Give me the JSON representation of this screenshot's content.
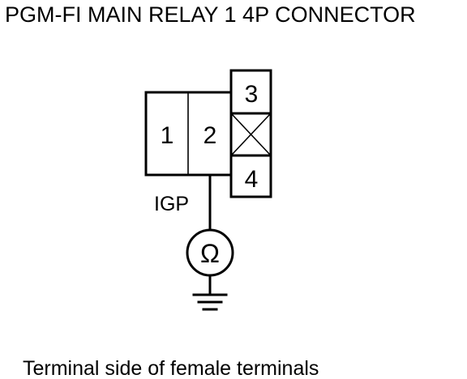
{
  "title": "PGM-FI MAIN RELAY 1 4P CONNECTOR",
  "connector": {
    "terminals": [
      "1",
      "2",
      "3",
      "4"
    ],
    "signal_label": "IGP"
  },
  "meter": {
    "symbol": "Ω",
    "icon": "ohmmeter-icon"
  },
  "ground_icon": "ground-icon",
  "caption": "Terminal side of female terminals",
  "colors": {
    "line": "#000000",
    "background": "#ffffff"
  }
}
